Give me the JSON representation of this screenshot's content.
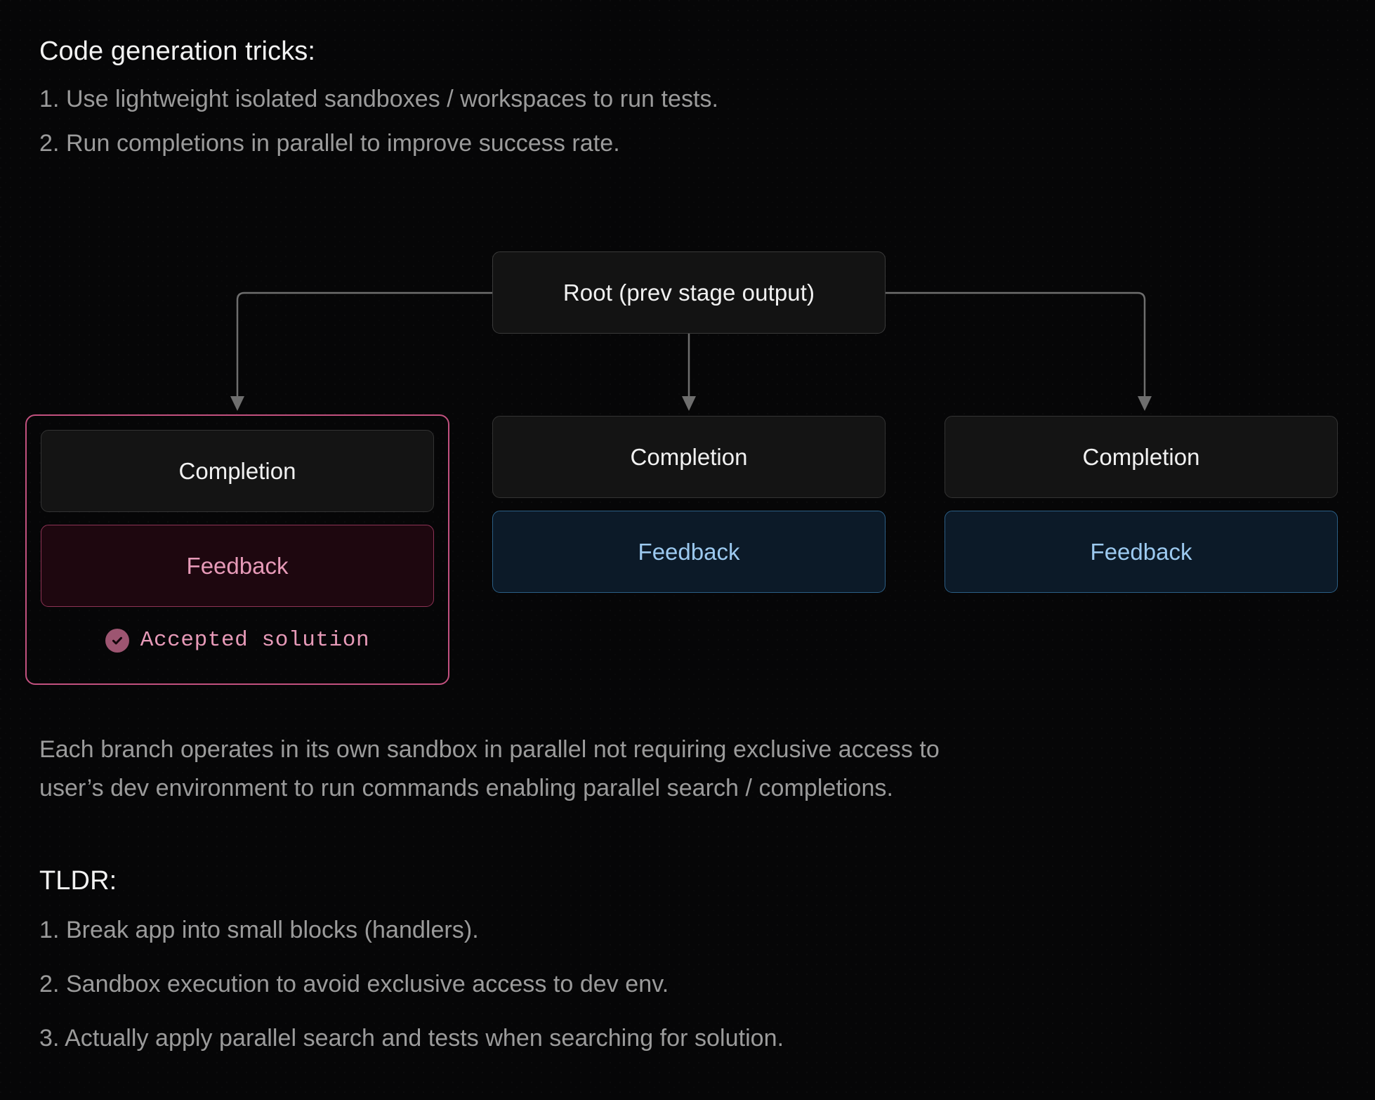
{
  "sections": {
    "tricks": {
      "heading": "Code generation tricks:",
      "items": [
        "1. Use lightweight isolated sandboxes / workspaces to run tests.",
        "2. Run completions in parallel to improve success rate."
      ]
    },
    "body": [
      "Each branch operates in its own sandbox in parallel not requiring exclusive access to",
      "user’s dev environment to run commands enabling parallel search / completions."
    ],
    "tldr": {
      "heading": "TLDR:",
      "items": [
        "1. Break app into small blocks (handlers).",
        "2. Sandbox execution to avoid exclusive access to dev env.",
        "3. Actually apply parallel search and tests when searching for solution."
      ]
    }
  },
  "diagram": {
    "root": {
      "label": "Root (prev stage output)"
    },
    "branches": [
      {
        "completion_label": "Completion",
        "feedback_label": "Feedback",
        "status_label": "Accepted solution",
        "accepted": true,
        "highlight": true,
        "accent": "#c2517f"
      },
      {
        "completion_label": "Completion",
        "feedback_label": "Feedback",
        "accepted": false,
        "highlight": false,
        "accent": "#2b5e85"
      },
      {
        "completion_label": "Completion",
        "feedback_label": "Feedback",
        "accepted": false,
        "highlight": false,
        "accent": "#2b5e85"
      }
    ]
  },
  "colors": {
    "background": "#060607",
    "heading_text": "#f2f2f2",
    "body_text": "#9b9b9b",
    "node_text": "#f1f1f1",
    "node_fill": "#131313",
    "node_border": "#3a3a3a",
    "feedback_blue_fill": "#0c1a28",
    "feedback_blue_border": "#2b5e85",
    "feedback_blue_text": "#9cc9ef",
    "feedback_pink_fill": "#1e070f",
    "feedback_pink_border": "#8e3355",
    "feedback_pink_text": "#e79ab8",
    "highlight_border": "#c2517f",
    "check_badge": "#9d5571",
    "edge_line": "#6e6e6e"
  }
}
